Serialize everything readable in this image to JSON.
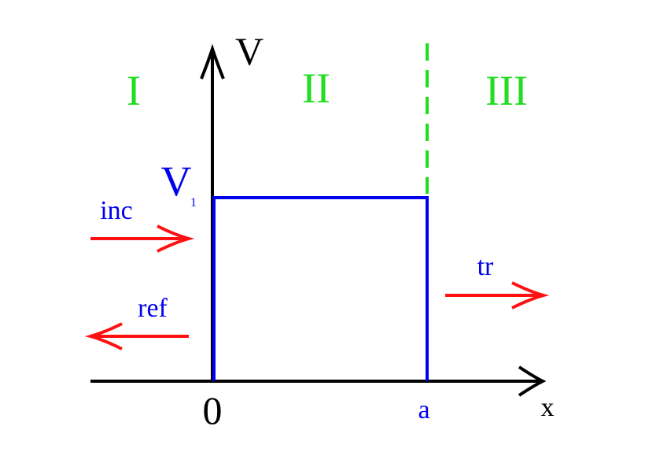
{
  "colors": {
    "axis": "#000000",
    "barrier": "#0000ee",
    "region": "#22dd22",
    "arrow": "#ff1111",
    "background": "#ffffff"
  },
  "axes": {
    "y_label": "V",
    "x_label": "x",
    "origin_label": "0"
  },
  "regions": [
    "I",
    "II",
    "III"
  ],
  "barrier": {
    "height_symbol": "V",
    "height_subscript": "1",
    "width_label": "a"
  },
  "waves": {
    "incident": "inc",
    "reflected": "ref",
    "transmitted": "tr"
  }
}
